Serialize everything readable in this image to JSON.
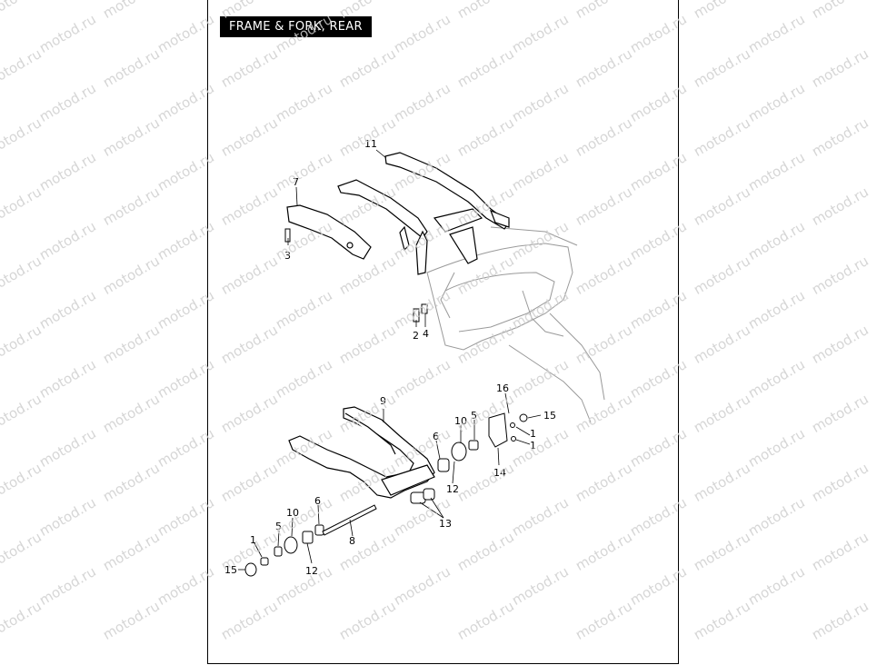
{
  "title": "FRAME & FORK, REAR",
  "watermark": "motod.ru",
  "callouts": [
    {
      "id": "c11",
      "label": "11"
    },
    {
      "id": "c7",
      "label": "7"
    },
    {
      "id": "c3",
      "label": "3"
    },
    {
      "id": "c2",
      "label": "2"
    },
    {
      "id": "c4",
      "label": "4"
    },
    {
      "id": "c9",
      "label": "9"
    },
    {
      "id": "c16",
      "label": "16"
    },
    {
      "id": "c15a",
      "label": "15"
    },
    {
      "id": "c10a",
      "label": "10"
    },
    {
      "id": "c5a",
      "label": "5"
    },
    {
      "id": "c1a",
      "label": "1"
    },
    {
      "id": "c1b",
      "label": "1"
    },
    {
      "id": "c6a",
      "label": "6"
    },
    {
      "id": "c12a",
      "label": "12"
    },
    {
      "id": "c14",
      "label": "14"
    },
    {
      "id": "c13",
      "label": "13"
    },
    {
      "id": "c6b",
      "label": "6"
    },
    {
      "id": "c10b",
      "label": "10"
    },
    {
      "id": "c5b",
      "label": "5"
    },
    {
      "id": "c8",
      "label": "8"
    },
    {
      "id": "c1c",
      "label": "1"
    },
    {
      "id": "c15b",
      "label": "15"
    },
    {
      "id": "c12b",
      "label": "12"
    }
  ]
}
